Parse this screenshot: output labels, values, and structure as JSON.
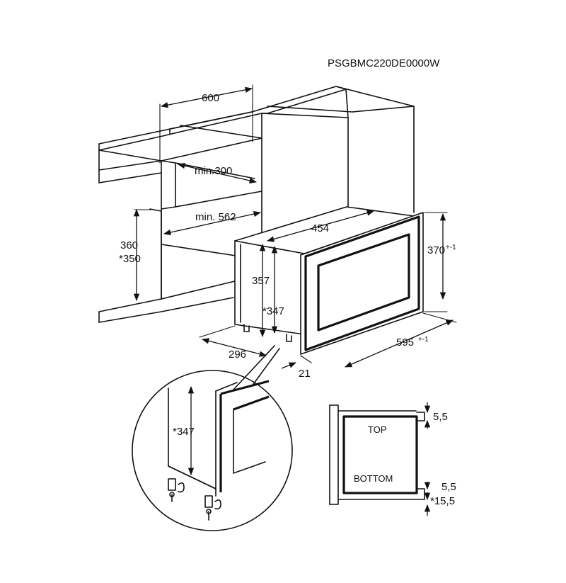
{
  "model_code": "PSGBMC220DE0000W",
  "dimensions": {
    "cabinet_depth": "600",
    "min_opening_depth": "min.300",
    "min_niche_width": "min. 562",
    "niche_height_a": "360",
    "niche_height_b": "*350",
    "appliance_width": "454",
    "frame_height": "370",
    "frame_height_tolerance": "+-1",
    "appliance_height": "357",
    "foot_height": "*347",
    "appliance_depth": "296",
    "frame_width": "595",
    "frame_width_tolerance": "+-1",
    "frame_offset": "21"
  },
  "detail": {
    "foot_height": "*347"
  },
  "frame_section": {
    "top_label": "TOP",
    "bottom_label": "BOTTOM",
    "top_gap": "5,5",
    "bottom_gap": "5,5",
    "bottom_offset": "*15,5"
  }
}
